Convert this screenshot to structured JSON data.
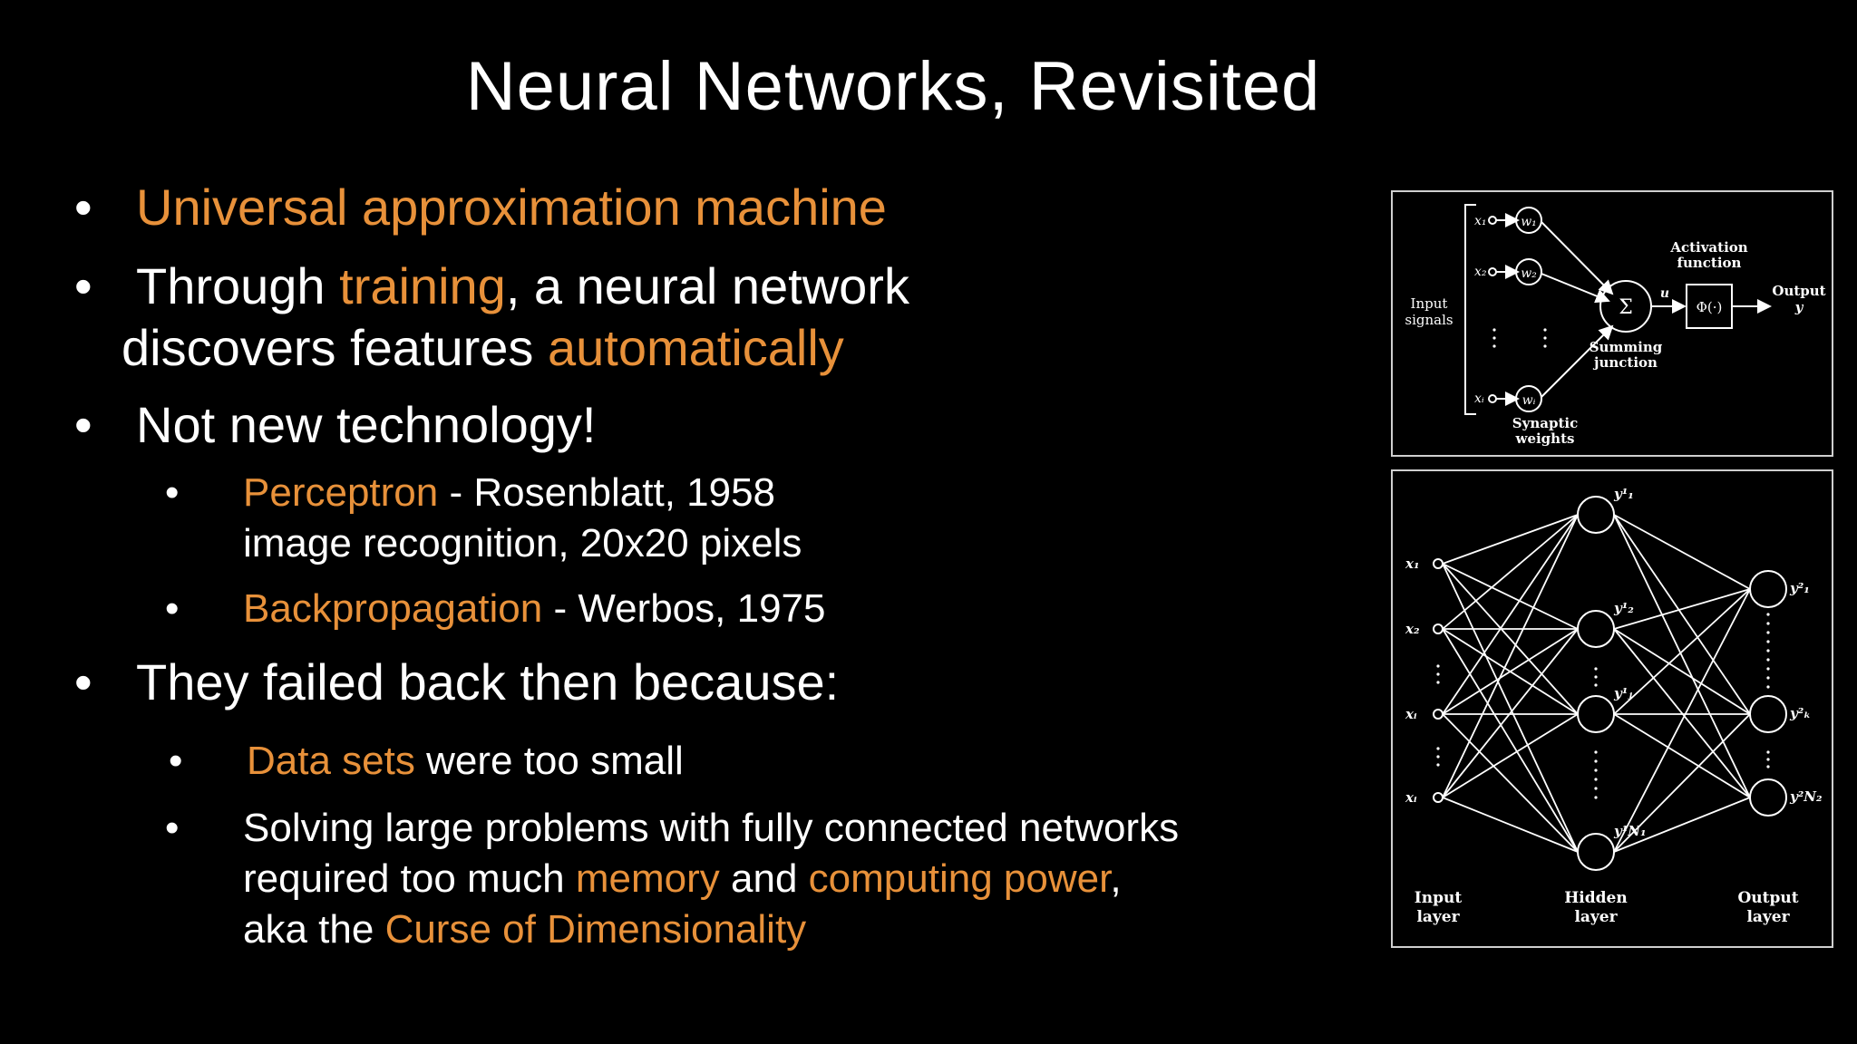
{
  "slide": {
    "title": "Neural Networks, Revisited",
    "bullets": {
      "b1": {
        "orange": "Universal approximation machine"
      },
      "b2": {
        "p1": "Through ",
        "o1": "training",
        "p2": ", a neural network",
        "p3": "discovers features ",
        "o2": "automatically"
      },
      "b3": {
        "text": "Not new technology!"
      },
      "s1": {
        "o1": "Perceptron",
        "p1": " - Rosenblatt, 1958",
        "p2": "image recognition, 20x20 pixels"
      },
      "s2": {
        "o1": "Backpropagation",
        "p1": " - Werbos, 1975"
      },
      "b4": {
        "text": "They failed back then because:"
      },
      "s3": {
        "o1": "Data sets",
        "p1": " were too small"
      },
      "s4": {
        "p1": "Solving large problems with fully connected networks",
        "p2": "required too much ",
        "o1": "memory",
        "p3": " and ",
        "o2": "computing power",
        "p4": ",",
        "p5": "aka the ",
        "o3": "Curse of Dimensionality"
      },
      "dot": "•"
    },
    "colors": {
      "background": "#000000",
      "text": "#FFFFFF",
      "accent": "#E8913A"
    }
  },
  "perceptron_figure": {
    "input_signals_1": "Input",
    "input_signals_2": "signals",
    "x1": "x₁",
    "x2": "x₂",
    "xI": "xᵢ",
    "w1": "w₁",
    "w2": "w₂",
    "wI": "wᵢ",
    "sigma": "Σ",
    "u": "u",
    "activation_1": "Activation",
    "activation_2": "function",
    "phi": "Φ(·)",
    "output_1": "Output",
    "output_2": "y",
    "summing_1": "Summing",
    "summing_2": "junction",
    "synaptic_1": "Synaptic",
    "synaptic_2": "weights"
  },
  "mlp_figure": {
    "inputs": [
      "x₁",
      "x₂",
      "xᵢ",
      "xᵢ"
    ],
    "hidden": [
      "y¹₁",
      "y¹₂",
      "y¹ⱼ",
      "y¹N₁"
    ],
    "outputs": [
      "y²₁",
      "y²ₖ",
      "y²N₂"
    ],
    "input_layer_1": "Input",
    "input_layer_2": "layer",
    "hidden_layer_1": "Hidden",
    "hidden_layer_2": "layer",
    "output_layer_1": "Output",
    "output_layer_2": "layer"
  }
}
